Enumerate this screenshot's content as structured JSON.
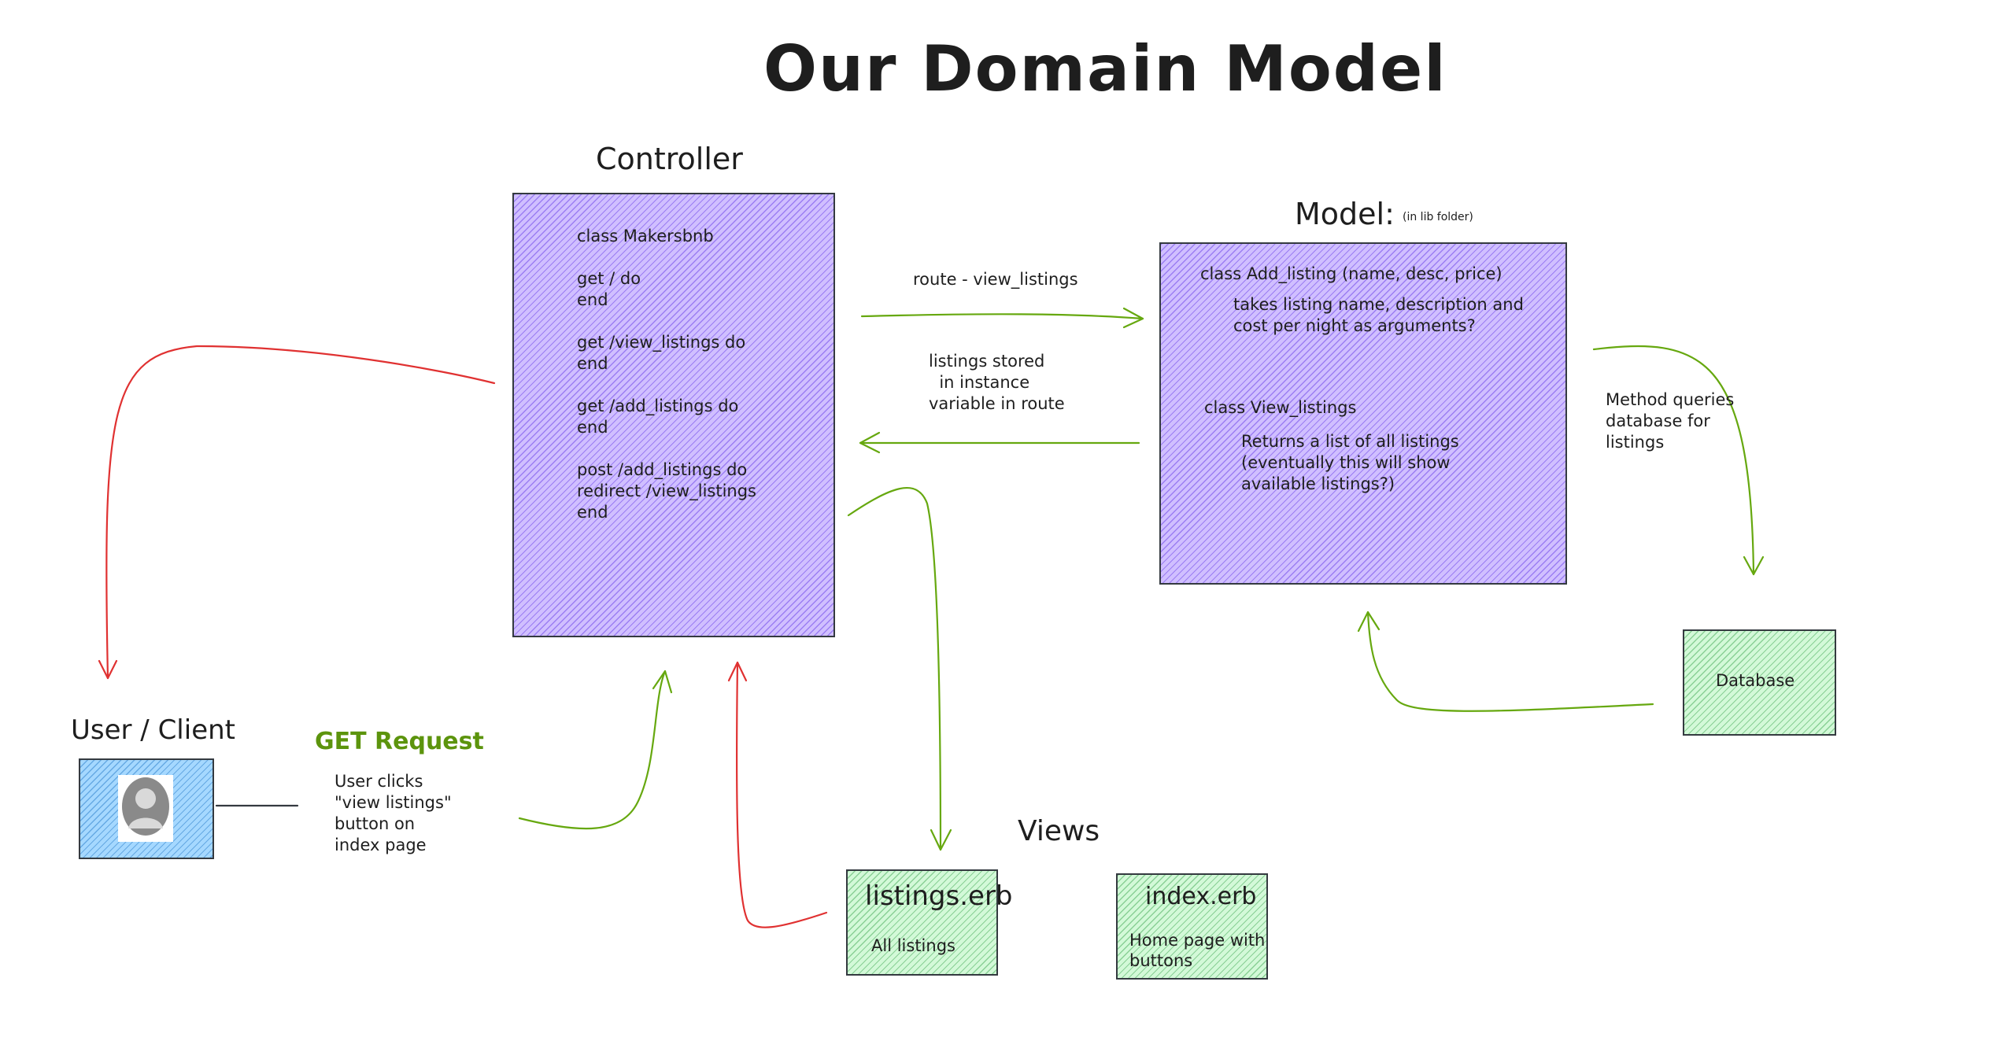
{
  "title": "Our Domain Model",
  "controller": {
    "heading": "Controller",
    "code": "class Makersbnb\n\nget / do\nend\n\nget /view_listings do\nend\n\nget /add_listings do\nend\n\npost /add_listings do\nredirect /view_listings\nend"
  },
  "model": {
    "heading": "Model:",
    "subheading": "(in lib folder)",
    "add_listing_class": "class Add_listing (name, desc, price)",
    "add_listing_desc": "takes listing name, description and\ncost per night as arguments?",
    "view_listings_class": "class View_listings",
    "view_listings_desc": "Returns a list of all listings\n(eventually this will show\navailable listings?)"
  },
  "arrows": {
    "route_label": "route - view_listings",
    "stored_label": "listings stored\n  in instance\nvariable in route",
    "method_queries_label": "Method queries\ndatabase for\nlistings"
  },
  "database": {
    "label": "Database"
  },
  "user": {
    "heading": "User / Client",
    "request_label": "GET Request",
    "request_desc": "User clicks\n\"view listings\"\nbutton on\nindex page"
  },
  "views": {
    "heading": "Views",
    "listings": {
      "title": "listings.erb",
      "desc": "All listings"
    },
    "index": {
      "title": "index.erb",
      "desc": "Home page with\nbuttons"
    }
  },
  "colors": {
    "controller_fill": "#d0bfff",
    "model_fill": "#d0bfff",
    "view_fill": "#d3f9d8",
    "database_fill": "#d3f9d8",
    "user_fill": "#a5d8ff",
    "green_arrow": "#66a80f",
    "red_arrow": "#e03131",
    "request_label": "#5c940d"
  }
}
